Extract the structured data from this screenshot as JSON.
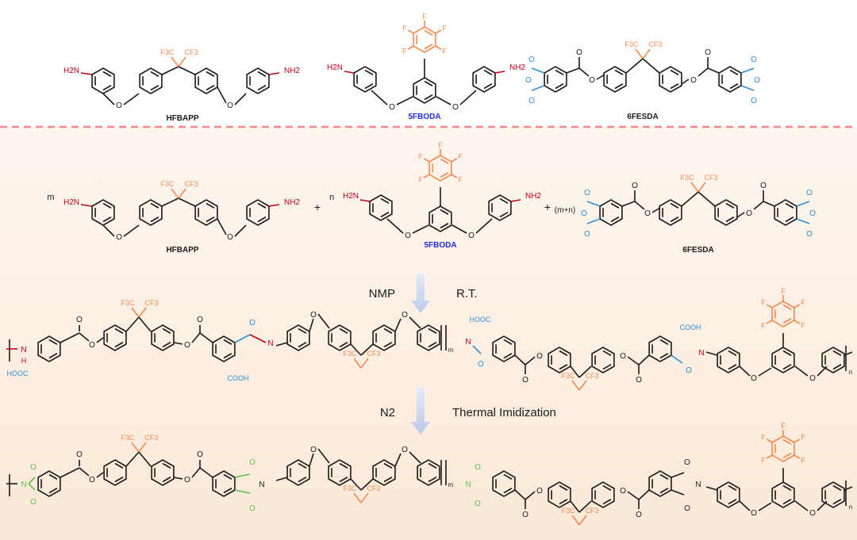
{
  "colors": {
    "black": "#1a1a1a",
    "amine": "#c0001a",
    "fluoro": "#f58a4f",
    "anhydride": "#2e8ed8",
    "label_blue": "#1f2ee0",
    "imide": "#5cbf4a",
    "divider": "#f08a8a",
    "arrow": "#b9c9ec"
  },
  "monomers": {
    "hfbapp": {
      "name": "HFBAPP",
      "nh2_left": "H2N",
      "nh2_right": "NH2",
      "o": "O",
      "cf3_a": "F3C",
      "cf3_b": "CF3"
    },
    "fboda": {
      "name": "5FBODA",
      "nh2_left": "H2N",
      "nh2_right": "NH2",
      "o": "O",
      "f": "F"
    },
    "fesda": {
      "name": "6FESDA",
      "o": "O",
      "cf3_a": "F3C",
      "cf3_b": "CF3"
    }
  },
  "reaction": {
    "coef_m": "m",
    "coef_n": "n",
    "coef_mn": "(m+n)",
    "plus": "+",
    "step1": {
      "solvent": "NMP",
      "condition": "R.T."
    },
    "step2": {
      "atmosphere": "N2",
      "condition": "Thermal Imidization"
    }
  },
  "polymer": {
    "nh": "N",
    "h": "H",
    "hooc": "HOOC",
    "cooh": "COOH",
    "n": "N",
    "sub_m": "m",
    "sub_n": "n",
    "o": "O",
    "cf3_a": "F3C",
    "cf3_b": "CF3",
    "f": "F"
  }
}
